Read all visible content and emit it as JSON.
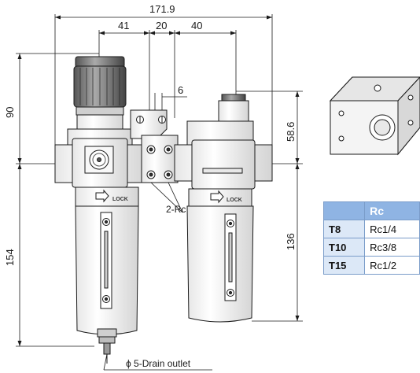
{
  "dimensions": {
    "overall_width": "171.9",
    "left_offset": "41",
    "center_spacing": "20",
    "right_offset": "40",
    "port_offset": "6",
    "upper_height_left": "90",
    "upper_height_right": "58.6",
    "lower_height_left": "154",
    "lower_height_right": "136"
  },
  "labels": {
    "port_label": "2-Rc",
    "drain_label": "ϕ 5-Drain outlet",
    "lock_left": "LOCK",
    "lock_right": "LOCK"
  },
  "table": {
    "header": [
      "",
      "Rc"
    ],
    "rows": [
      {
        "model": "T8",
        "rc": "Rc1/4"
      },
      {
        "model": "T10",
        "rc": "Rc3/8"
      },
      {
        "model": "T15",
        "rc": "Rc1/2"
      }
    ]
  },
  "colors": {
    "line": "#1a1a1a",
    "body_fill": "#f4f4f4",
    "table_header": "#8fb4e3",
    "table_model": "#dce8f7"
  }
}
